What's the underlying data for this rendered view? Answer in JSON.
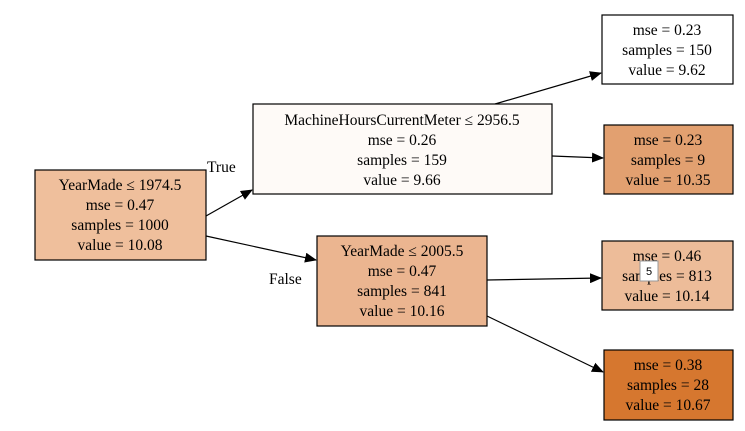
{
  "nodes": {
    "root": {
      "lines": [
        "YearMade ≤ 1974.5",
        "mse = 0.47",
        "samples = 1000",
        "value = 10.08"
      ],
      "fill": "#efbf9c"
    },
    "machine": {
      "lines": [
        "MachineHoursCurrentMeter ≤ 2956.5",
        "mse = 0.26",
        "samples = 159",
        "value = 9.66"
      ],
      "fill": "#fefaf7"
    },
    "yearmade2": {
      "lines": [
        "YearMade ≤ 2005.5",
        "mse = 0.47",
        "samples = 841",
        "value = 10.16"
      ],
      "fill": "#ebb590"
    },
    "leaf1": {
      "lines": [
        "mse = 0.23",
        "samples = 150",
        "value = 9.62"
      ],
      "fill": "#ffffff"
    },
    "leaf2": {
      "lines": [
        "mse = 0.23",
        "samples = 9",
        "value = 10.35"
      ],
      "fill": "#e2a070"
    },
    "leaf3": {
      "lines": [
        "mse = 0.46",
        "samples = 813",
        "value = 10.14"
      ],
      "fill": "#edbc99"
    },
    "leaf4": {
      "lines": [
        "mse = 0.38",
        "samples = 28",
        "value = 10.67"
      ],
      "fill": "#d6772f"
    }
  },
  "edge_labels": {
    "true": "True",
    "false": "False"
  },
  "tooltip": {
    "text": "5"
  }
}
